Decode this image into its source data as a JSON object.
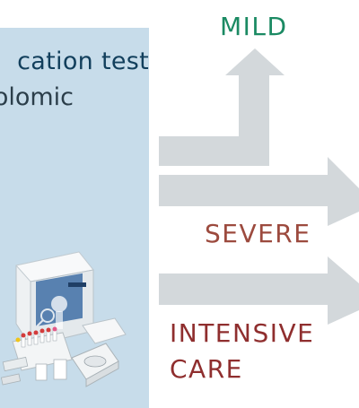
{
  "panel": {
    "title": "cation test",
    "subtitle": "olomic",
    "background_color": "#c7dcea",
    "illustration": "test-kit-box-with-vials"
  },
  "outcomes": {
    "mild": {
      "label": "MILD",
      "color": "#1b8a63",
      "arrow": "up-arrow"
    },
    "severe": {
      "label": "SEVERE",
      "color": "#9c4a3e",
      "arrow": "right-arrow"
    },
    "intensive_care": {
      "line1": "INTENSIVE",
      "line2": "CARE",
      "color": "#8f2e2e",
      "arrow": "right-arrow"
    }
  },
  "arrow_color": "#d3d8db"
}
